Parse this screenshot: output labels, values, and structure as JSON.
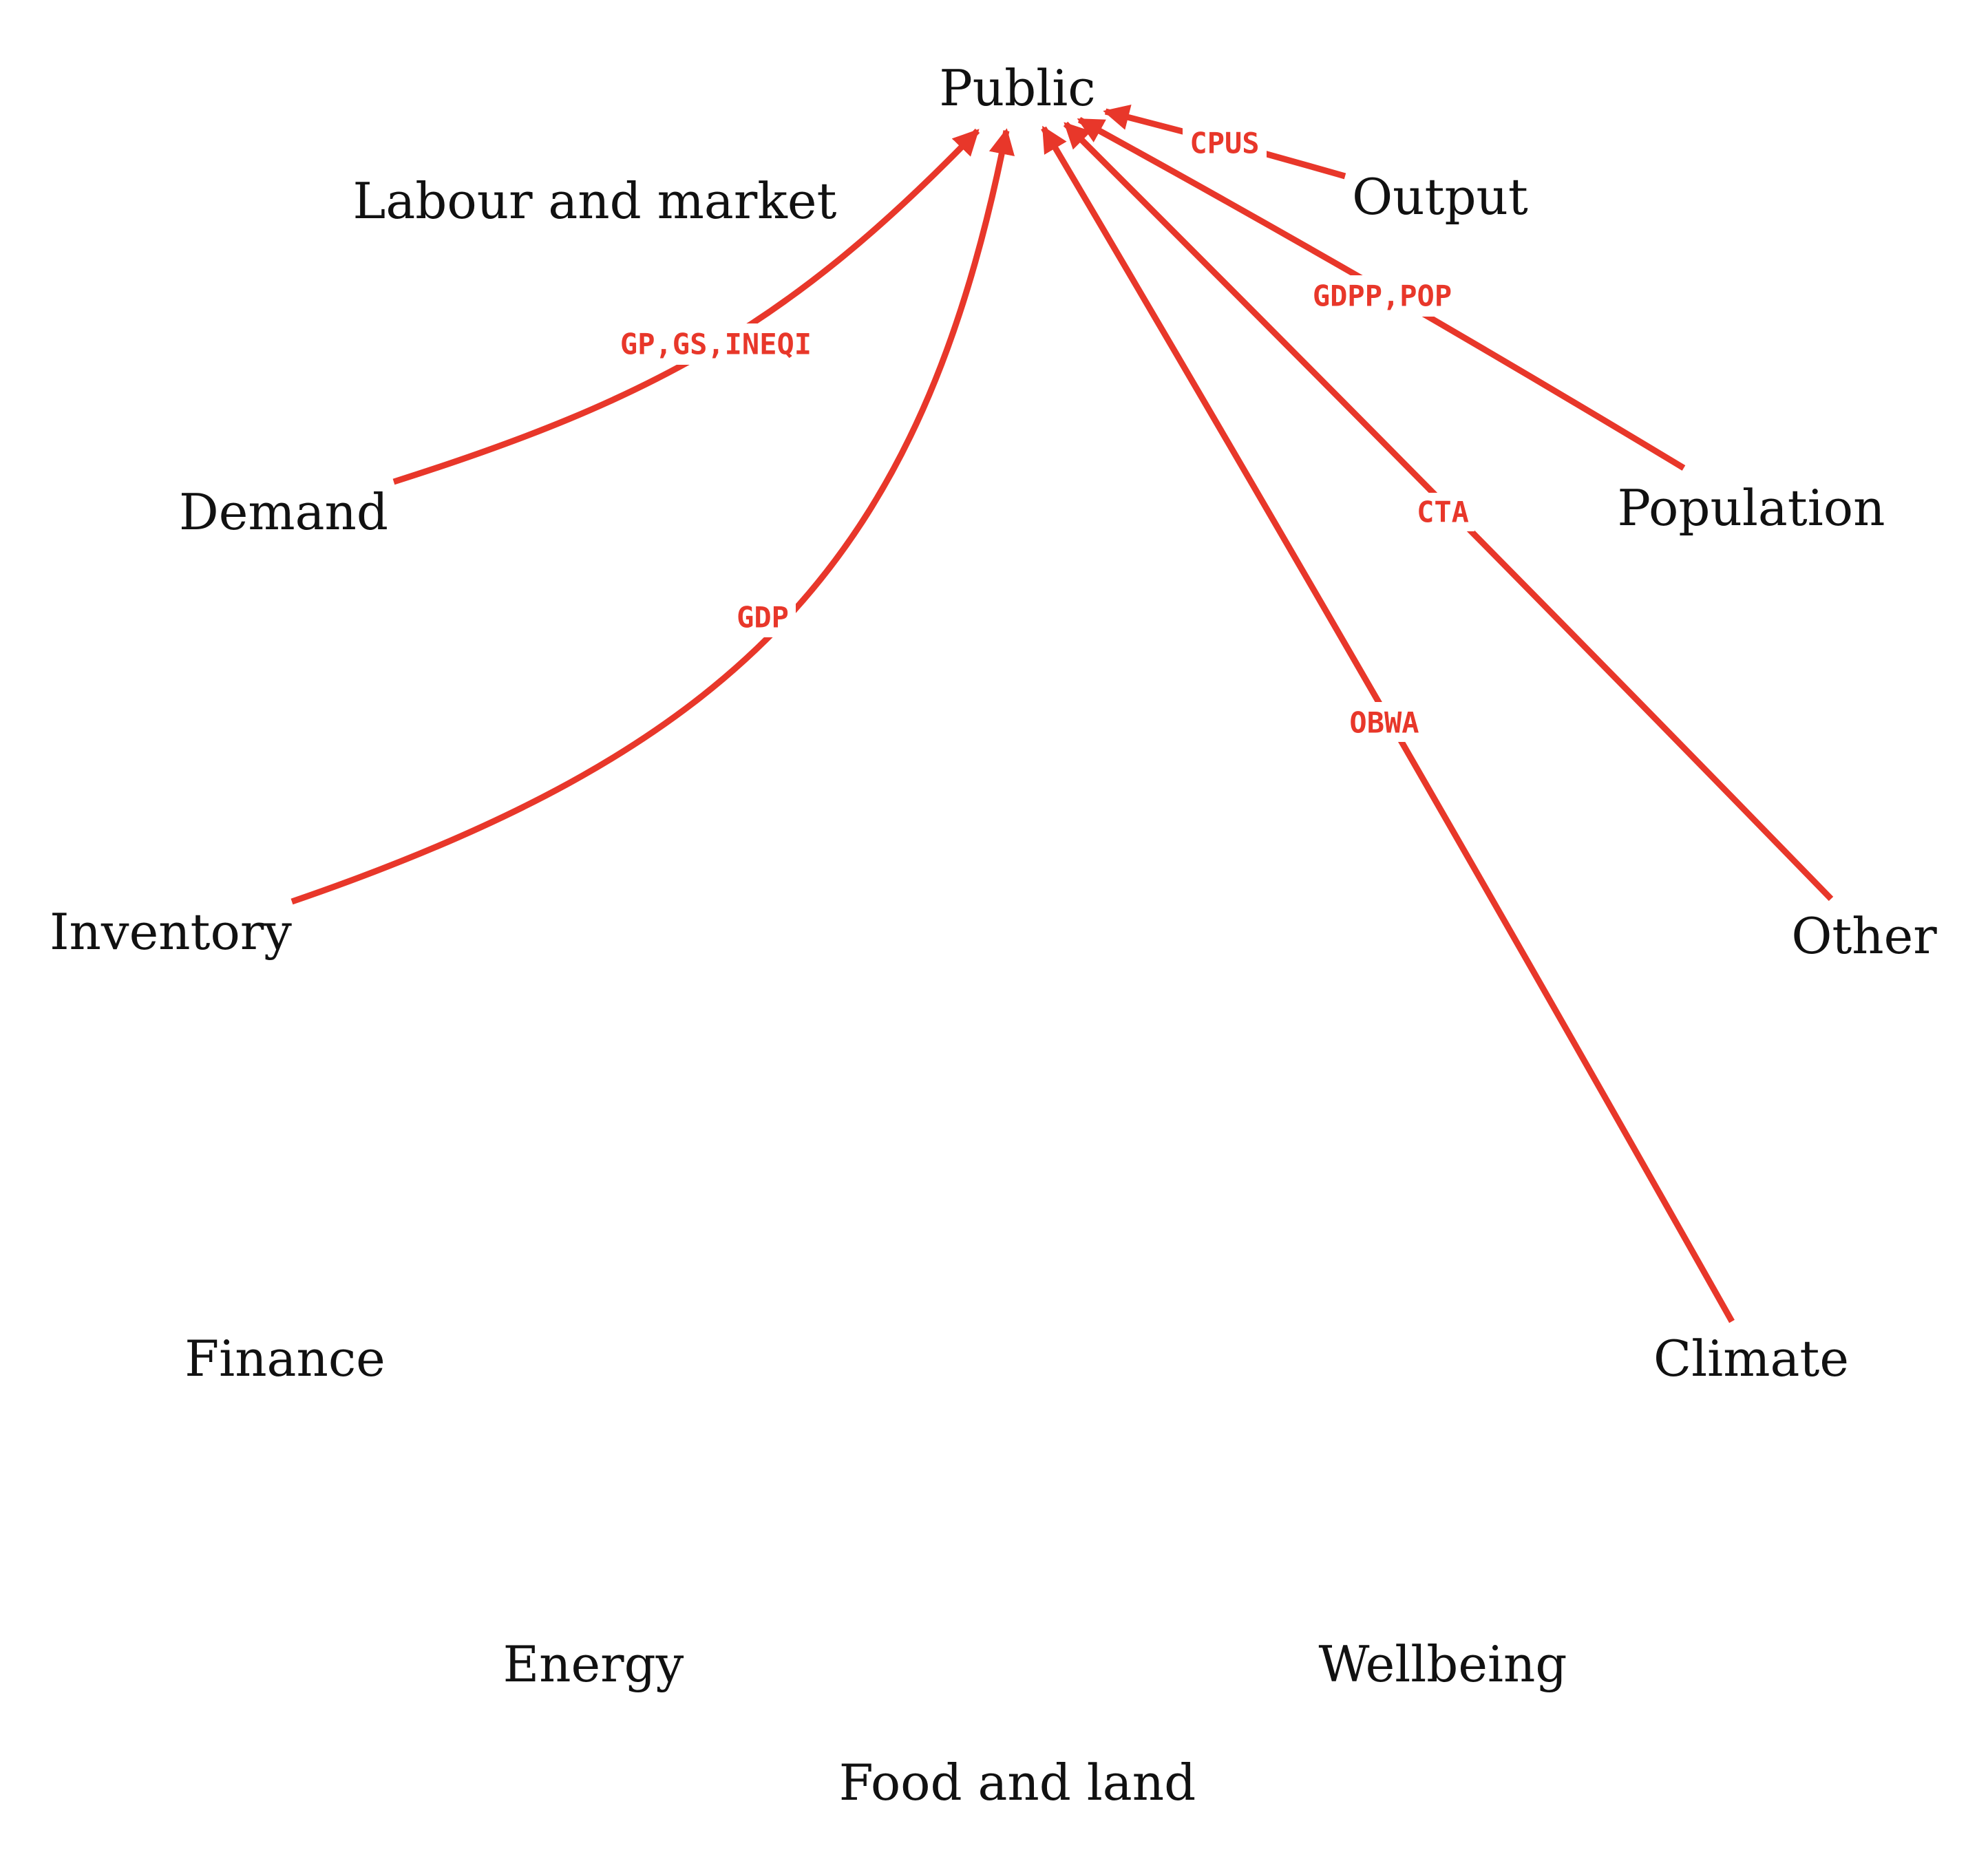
{
  "diagram": {
    "edge_color": "#e8372a",
    "text_color": "#111111",
    "nodes": [
      {
        "id": "public",
        "label": "Public"
      },
      {
        "id": "labour",
        "label": "Labour and market"
      },
      {
        "id": "output",
        "label": "Output"
      },
      {
        "id": "demand",
        "label": "Demand"
      },
      {
        "id": "population",
        "label": "Population"
      },
      {
        "id": "inventory",
        "label": "Inventory"
      },
      {
        "id": "other",
        "label": "Other"
      },
      {
        "id": "finance",
        "label": "Finance"
      },
      {
        "id": "climate",
        "label": "Climate"
      },
      {
        "id": "energy",
        "label": "Energy"
      },
      {
        "id": "wellbeing",
        "label": "Wellbeing"
      },
      {
        "id": "food",
        "label": "Food and land"
      }
    ],
    "edges": [
      {
        "from": "output",
        "to": "public",
        "label": "CPUS"
      },
      {
        "from": "population",
        "to": "public",
        "label": "GDPP,POP"
      },
      {
        "from": "demand",
        "to": "public",
        "label": "GP,GS,INEQI"
      },
      {
        "from": "other",
        "to": "public",
        "label": "CTA"
      },
      {
        "from": "inventory",
        "to": "public",
        "label": "GDP"
      },
      {
        "from": "climate",
        "to": "public",
        "label": "OBWA"
      }
    ]
  }
}
